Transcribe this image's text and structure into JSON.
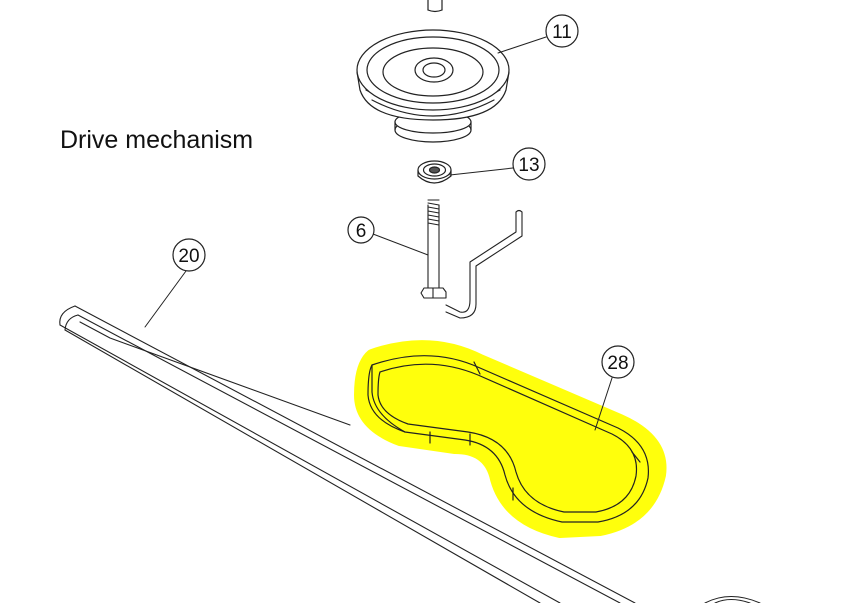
{
  "diagram": {
    "title": "Drive mechanism",
    "colors": {
      "line": "#222222",
      "highlight": "#ffff00",
      "background": "#ffffff"
    },
    "callouts": [
      {
        "id": "pulley",
        "label": "11"
      },
      {
        "id": "bearing",
        "label": "13"
      },
      {
        "id": "bolt",
        "label": "6"
      },
      {
        "id": "long-belt",
        "label": "20"
      },
      {
        "id": "short-belt",
        "label": "28"
      }
    ]
  }
}
